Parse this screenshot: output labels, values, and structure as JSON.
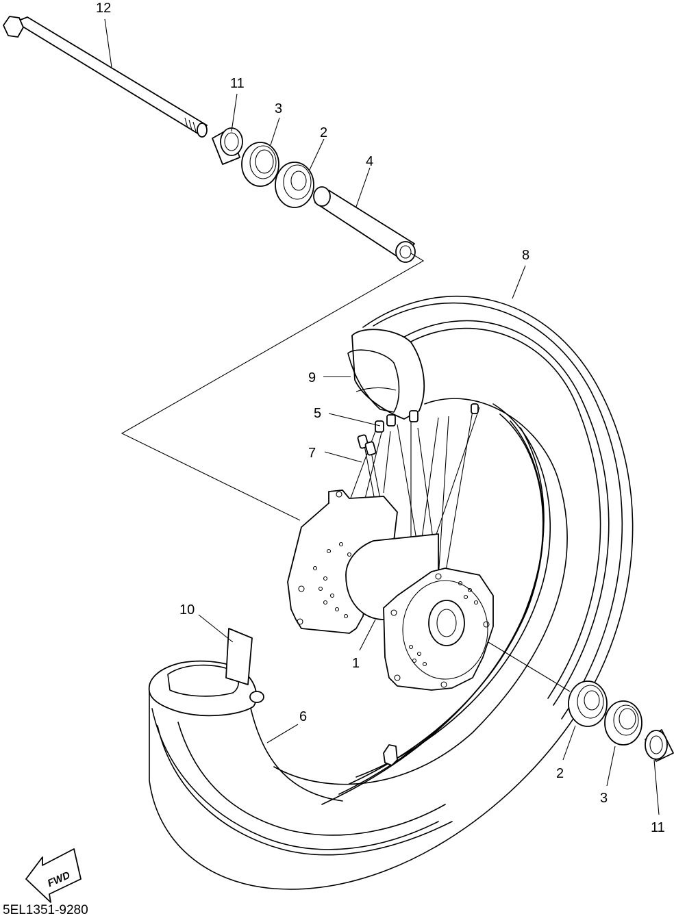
{
  "callouts": {
    "c12": "12",
    "c11_top": "11",
    "c3_top": "3",
    "c2_top": "2",
    "c4": "4",
    "c8": "8",
    "c9": "9",
    "c5": "5",
    "c7": "7",
    "c10": "10",
    "c1": "1",
    "c6": "6",
    "c2_bottom": "2",
    "c3_bottom": "3",
    "c11_bottom": "11"
  },
  "fwd_label": "FWD",
  "diagram_code": "5EL1351-9280"
}
